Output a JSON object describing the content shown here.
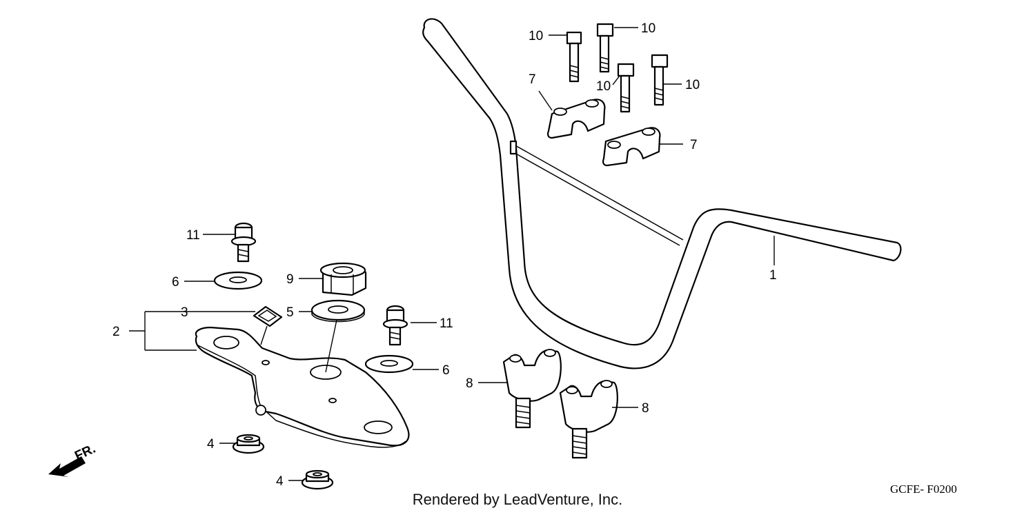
{
  "callouts": {
    "c1": "1",
    "c2": "2",
    "c3": "3",
    "c4a": "4",
    "c4b": "4",
    "c5": "5",
    "c6a": "6",
    "c6b": "6",
    "c7a": "7",
    "c7b": "7",
    "c8a": "8",
    "c8b": "8",
    "c9": "9",
    "c10a": "10",
    "c10b": "10",
    "c10c": "10",
    "c10d": "10",
    "c11a": "11",
    "c11b": "11"
  },
  "front_indicator": "FR.",
  "footer_text": "Rendered by LeadVenture, Inc.",
  "diagram_code": "GCFE- F0200"
}
